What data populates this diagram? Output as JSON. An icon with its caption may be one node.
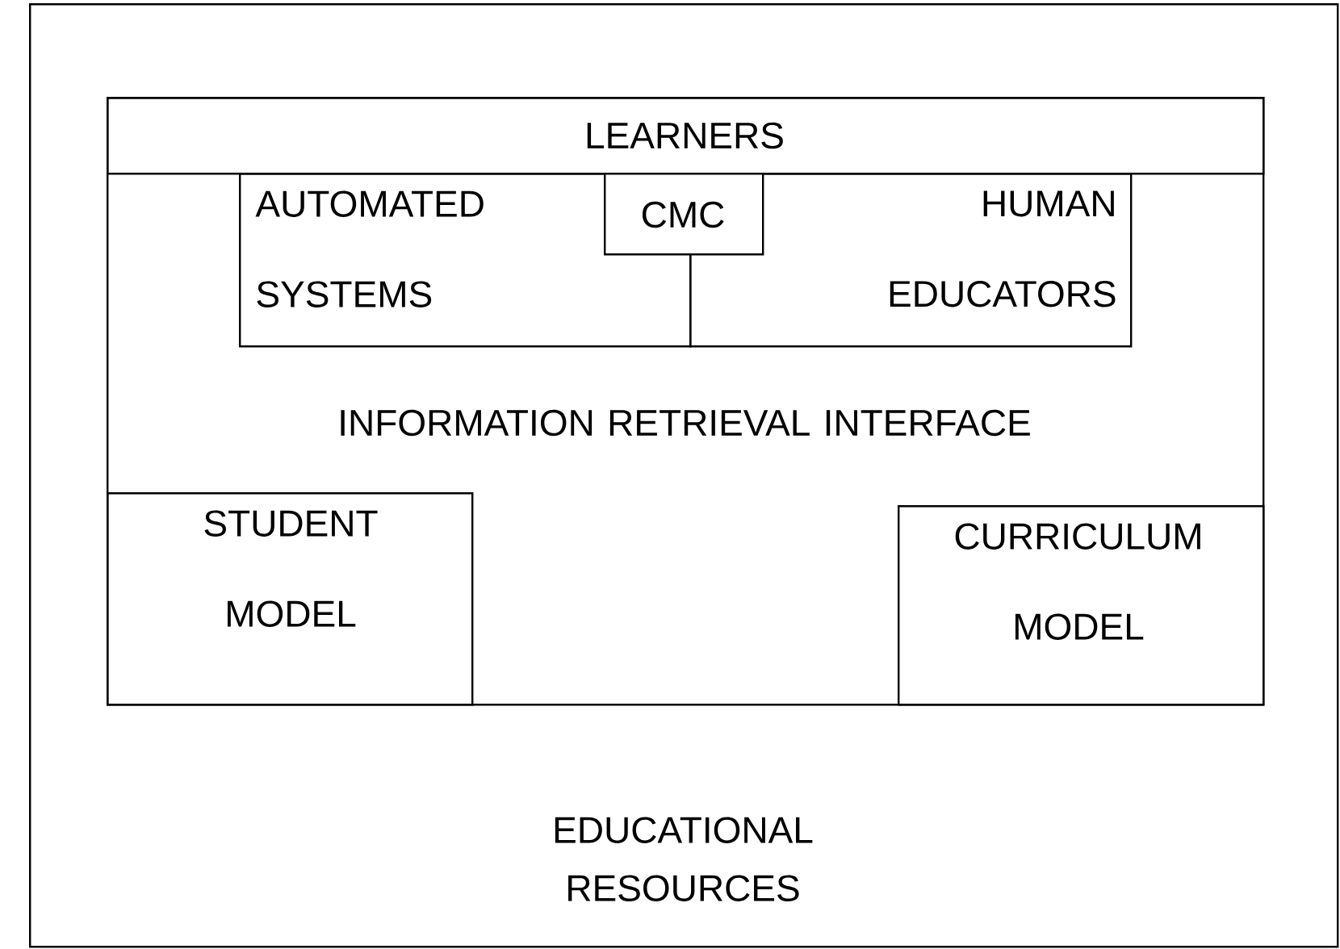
{
  "diagram": {
    "nodes": [
      {
        "text": [
          "EDUCATIONAL RESOURCES"
        ]
      },
      {
        "text": [
          "INFORMATION RETRIEVAL INTERFACE"
        ],
        "in": 0
      },
      {
        "text": [
          "LEARNERS"
        ],
        "in": 1
      },
      {
        "text": [
          "AUTOMATED SYSTEMS"
        ],
        "in": 1
      },
      {
        "text": [
          "CMC"
        ],
        "in": 1
      },
      {
        "text": [
          "HUMAN EDUCATORS"
        ],
        "in": 1
      },
      {
        "text": [
          "STUDENT MODEL"
        ],
        "in": 1
      },
      {
        "text": [
          "CURRICULUM MODEL"
        ],
        "in": 1
      }
    ]
  }
}
